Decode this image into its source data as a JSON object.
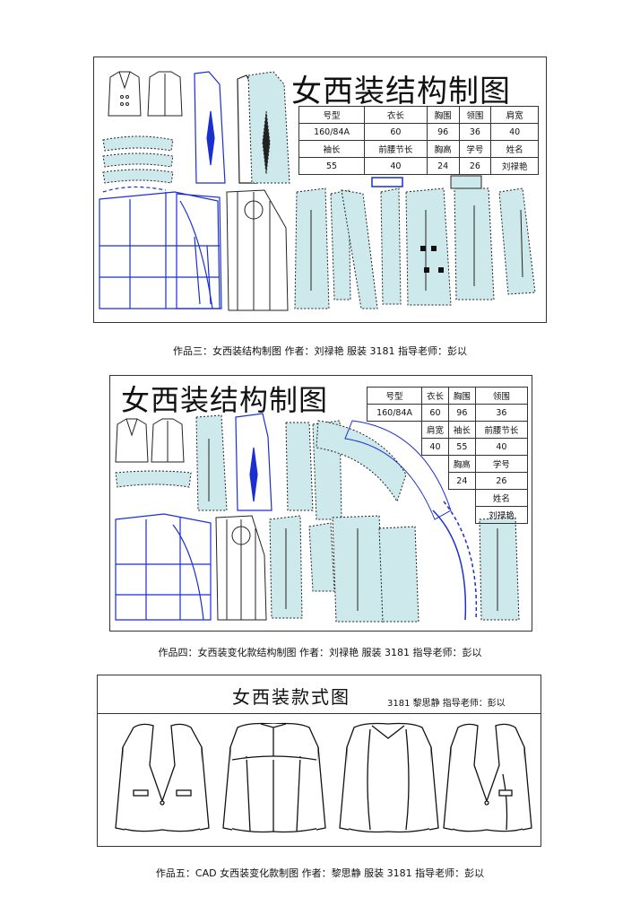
{
  "work3": {
    "title": "女西装结构制图",
    "table": [
      [
        "号型",
        "衣长",
        "胸围",
        "领围",
        "肩宽"
      ],
      [
        "160/84A",
        "60",
        "96",
        "36",
        "40"
      ],
      [
        "袖长",
        "前腰节长",
        "胸高",
        "学号",
        "姓名"
      ],
      [
        "55",
        "40",
        "24",
        "26",
        "刘禄艳"
      ]
    ],
    "caption": "作品三：女西装结构制图  作者：刘禄艳  服装 3181    指导老师：彭以"
  },
  "work4": {
    "title": "女西装结构制图",
    "table": [
      [
        "号型",
        "衣长",
        "胸围",
        "领围"
      ],
      [
        "160/84A",
        "60",
        "96",
        "36"
      ],
      [
        "肩宽",
        "袖长",
        "前腰节长"
      ],
      [
        "40",
        "55",
        "40"
      ],
      [
        "胸高",
        "学号"
      ],
      [
        "24",
        "26"
      ],
      [
        "姓名"
      ],
      [
        "刘禄艳"
      ]
    ],
    "caption": "作品四：女西装变化款结构制图  作者：刘禄艳  服装 3181     指导老师：彭以"
  },
  "work5": {
    "title": "女西装款式图",
    "subtitle": "3181  黎思静  指导老师：彭以",
    "caption": "作品五：CAD 女西装变化款制图  作者：黎思静      服装 3181    指导老师：彭以"
  },
  "colors": {
    "pattern_fill": "#cde9ec",
    "draft_blue": "#1a2fd0",
    "line": "#222222"
  }
}
